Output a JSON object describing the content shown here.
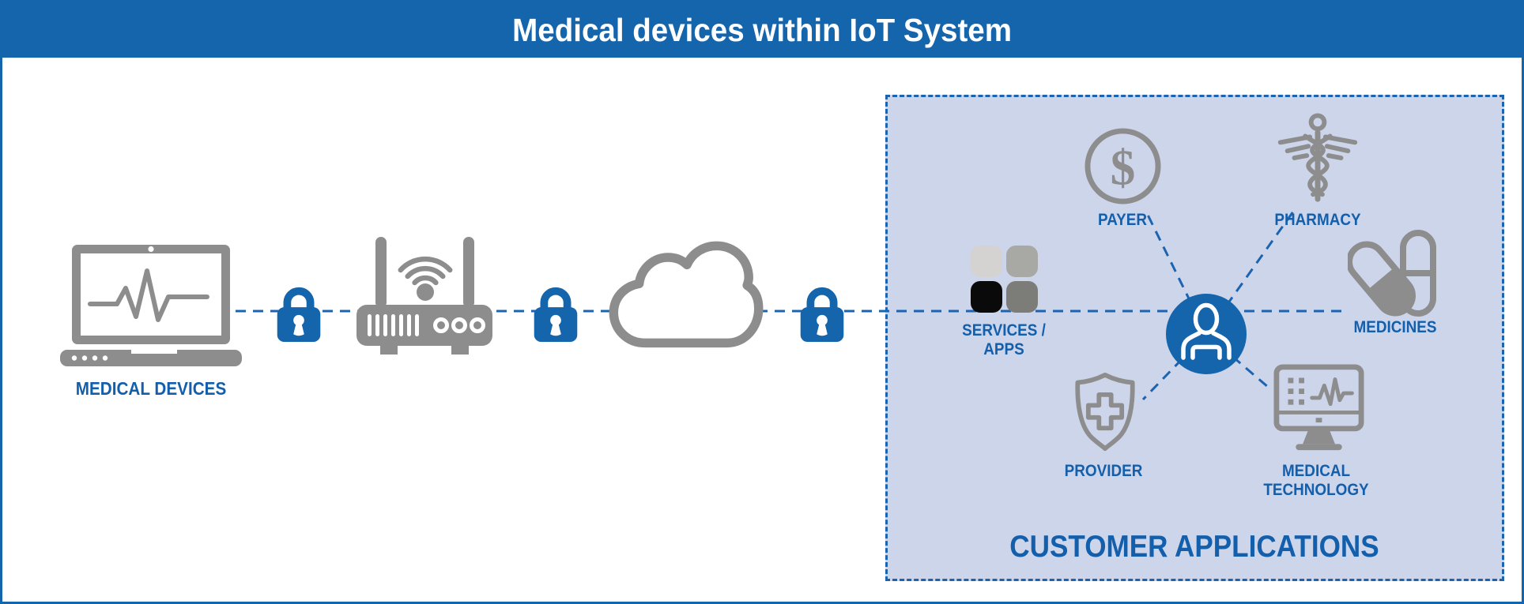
{
  "header": {
    "title": "Medical devices within IoT System"
  },
  "colors": {
    "brand_blue": "#1565ad",
    "label_blue": "#135fac",
    "icon_gray": "#8d8d8d",
    "box_fill": "#cdd5eb",
    "connector_blue": "#1c64b0",
    "grid_light_gray": "#d4d3d1",
    "grid_mid_gray": "#a8a9a4",
    "grid_black": "#0a0a0a",
    "grid_dark_gray": "#7c7d79"
  },
  "chain": {
    "nodes": [
      {
        "id": "medical-devices",
        "label": "MEDICAL DEVICES",
        "icon": "laptop-heartbeat-icon"
      },
      {
        "id": "lock-1",
        "icon": "padlock-icon"
      },
      {
        "id": "gateway",
        "icon": "wifi-router-icon"
      },
      {
        "id": "lock-2",
        "icon": "padlock-icon"
      },
      {
        "id": "cloud",
        "icon": "cloud-icon"
      },
      {
        "id": "lock-3",
        "icon": "padlock-icon"
      }
    ]
  },
  "customer_applications": {
    "title": "CUSTOMER APPLICATIONS",
    "hub_icon": "person-icon",
    "nodes": [
      {
        "id": "services-apps",
        "label": "SERVICES /\nAPPS",
        "icon": "apps-grid-icon"
      },
      {
        "id": "payer",
        "label": "PAYER",
        "icon": "dollar-circle-icon",
        "glyph": "$"
      },
      {
        "id": "pharmacy",
        "label": "PHARMACY",
        "icon": "caduceus-icon"
      },
      {
        "id": "medicines",
        "label": "MEDICINES",
        "icon": "pills-icon"
      },
      {
        "id": "provider",
        "label": "PROVIDER",
        "icon": "shield-cross-icon"
      },
      {
        "id": "medical-technology",
        "label": "MEDICAL\nTECHNOLOGY",
        "icon": "monitor-heartbeat-icon"
      }
    ]
  }
}
